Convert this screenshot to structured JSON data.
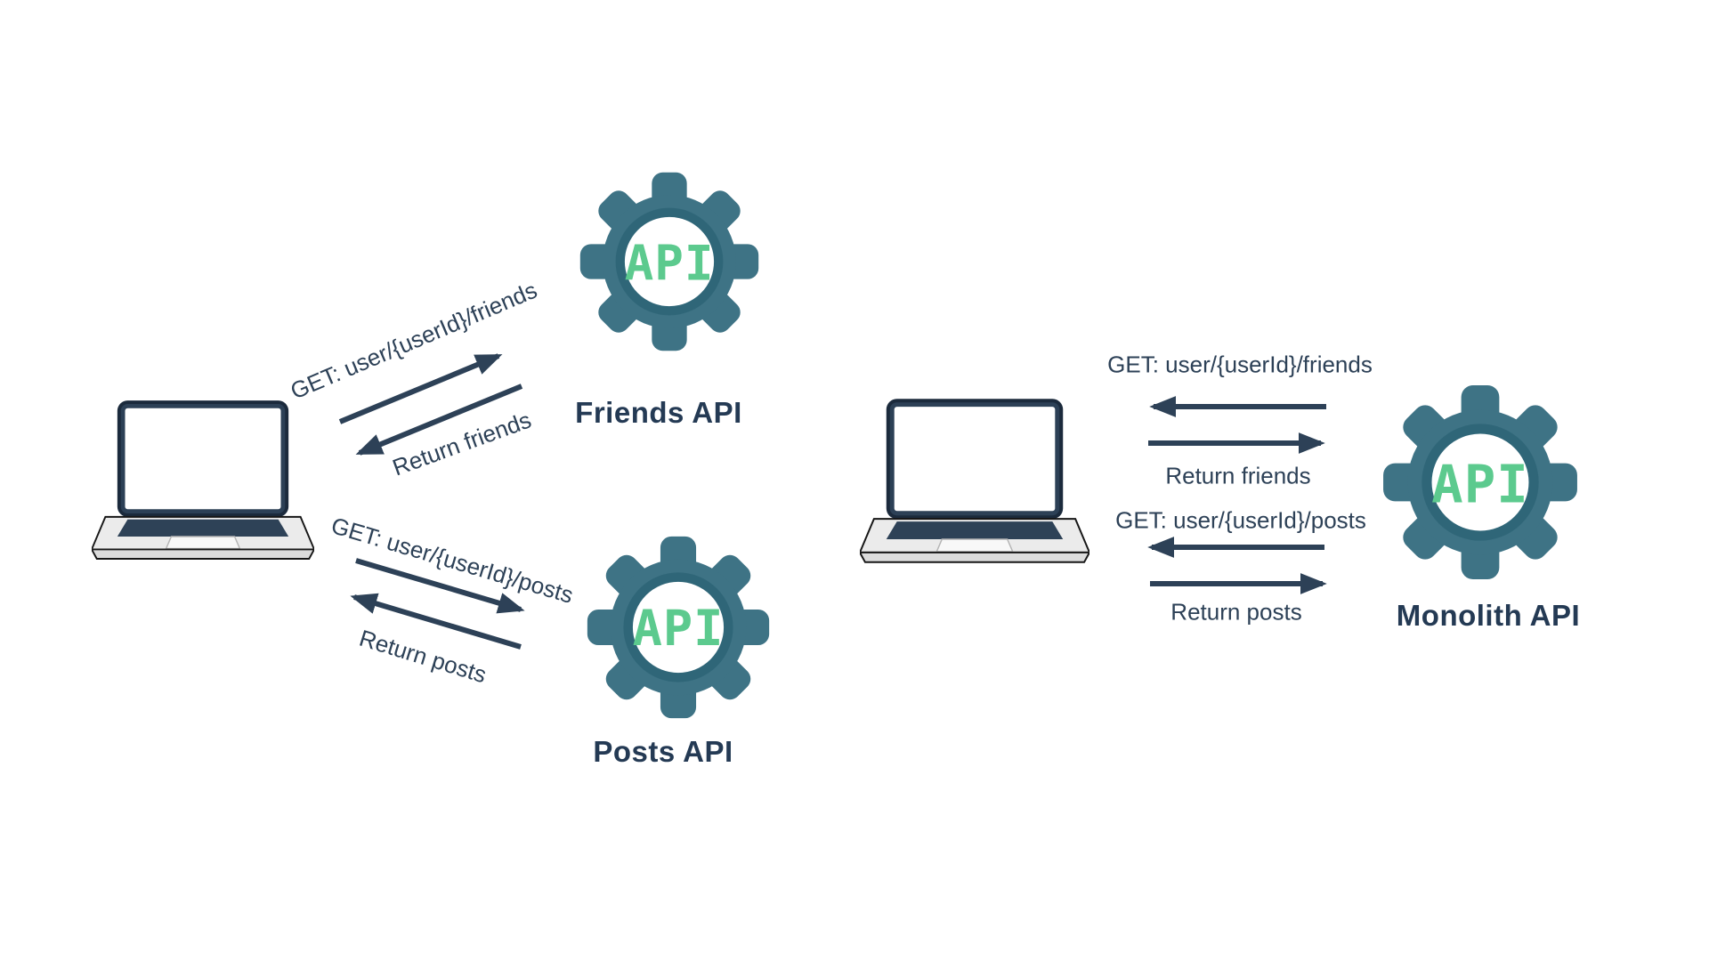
{
  "background": "#ffffff",
  "palette": {
    "text_navy": "#2d4157",
    "title_navy": "#243a54",
    "gear_teal": "#3e7385",
    "gear_ring_teal": "#2f6678",
    "api_green": "#5cca8e",
    "laptop_navy": "#2c4056"
  },
  "left_diagram": {
    "client": {
      "icon": "laptop-icon"
    },
    "messages": [
      {
        "label": "GET: user/{userId}/friends",
        "direction": "request"
      },
      {
        "label": "Return friends",
        "direction": "response"
      },
      {
        "label": "GET: user/{userId}/posts",
        "direction": "request"
      },
      {
        "label": "Return posts",
        "direction": "response"
      }
    ],
    "services": [
      {
        "title": "Friends API",
        "icon_text": "API"
      },
      {
        "title": "Posts API",
        "icon_text": "API"
      }
    ]
  },
  "right_diagram": {
    "client": {
      "icon": "laptop-icon"
    },
    "messages": [
      {
        "label": "GET: user/{userId}/friends",
        "direction": "request"
      },
      {
        "label": "Return friends",
        "direction": "response"
      },
      {
        "label": "GET: user/{userId}/posts",
        "direction": "request"
      },
      {
        "label": "Return posts",
        "direction": "response"
      }
    ],
    "services": [
      {
        "title": "Monolith API",
        "icon_text": "API"
      }
    ]
  }
}
